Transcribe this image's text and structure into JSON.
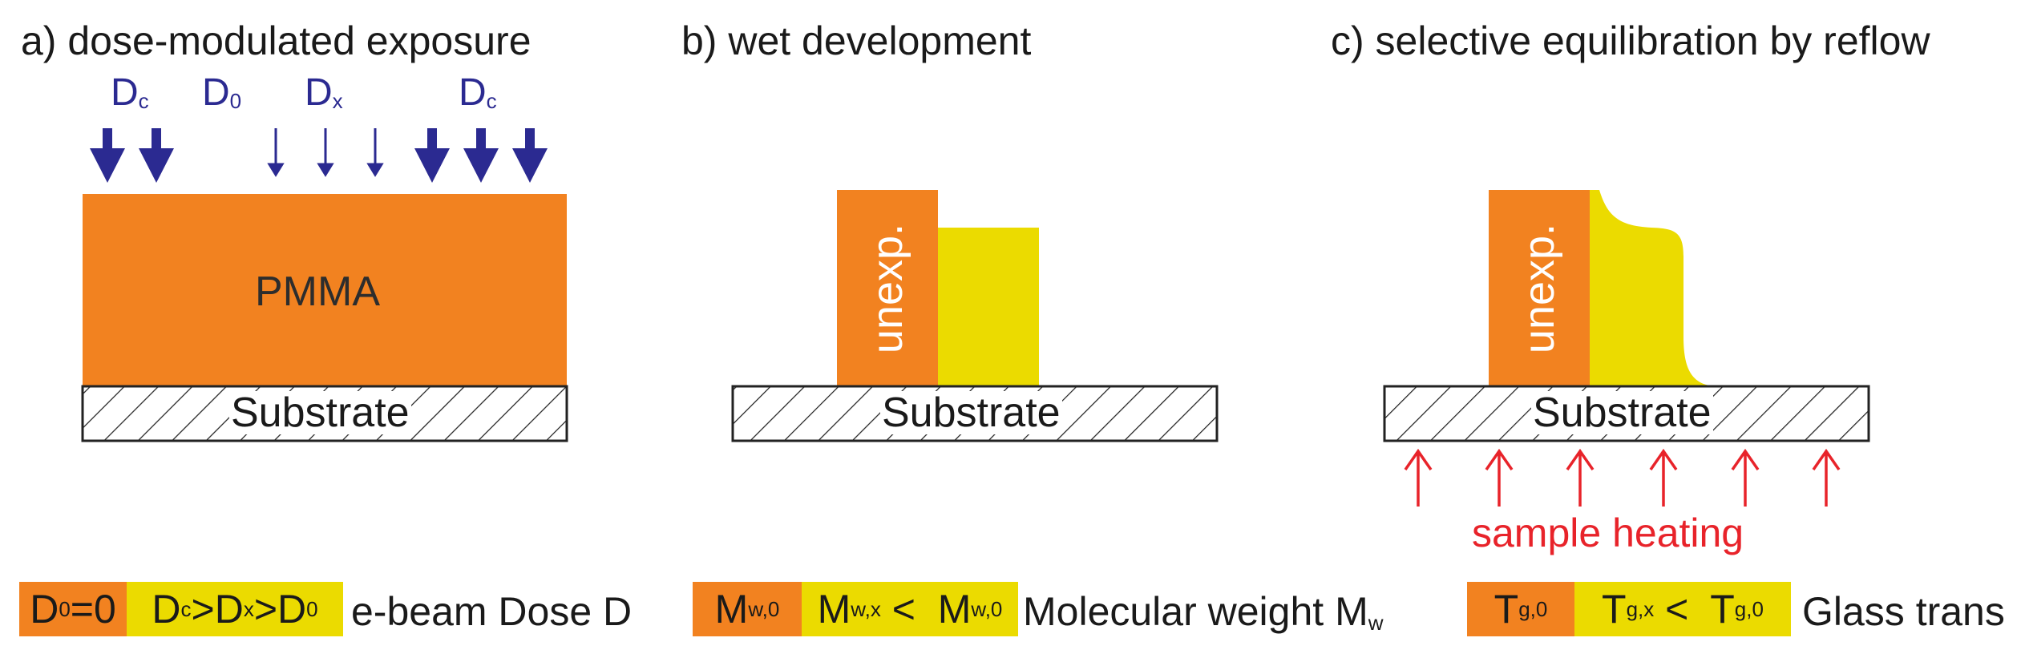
{
  "panels": {
    "a": {
      "title": "a) dose-modulated exposure",
      "layer": "PMMA",
      "substrate": "Substrate",
      "doses": {
        "dc_main": "D",
        "dc_sub": "c",
        "d0_main": "D",
        "d0_sub": "0",
        "dx_main": "D",
        "dx_sub": "x"
      }
    },
    "b": {
      "title": "b) wet development",
      "unexposed": "unexp.",
      "substrate": "Substrate"
    },
    "c": {
      "title": "c) selective equilibration by reflow",
      "unexposed": "unexp.",
      "substrate": "Substrate",
      "heating": "sample heating"
    }
  },
  "legend": {
    "dose": {
      "orange": {
        "main": "D",
        "sub": "0",
        "rest": "=0"
      },
      "yellow": {
        "p1": "D",
        "s1": "c",
        "p2": ">D",
        "s2": "x",
        "p3": ">D",
        "s3": "0"
      },
      "label": "e-beam Dose D"
    },
    "mw": {
      "orange": {
        "main": "M",
        "sub": "w,0"
      },
      "yellow": {
        "p1": "M",
        "s1": "w,x",
        "p2": " <  M",
        "s2": "w,0"
      },
      "label_main": "Molecular weight M",
      "label_sub": "w"
    },
    "tg": {
      "orange": {
        "main": "T",
        "sub": "g,0"
      },
      "yellow": {
        "p1": "T",
        "s1": "g,x",
        "p2": " <  T",
        "s2": "g,0"
      },
      "label": "Glass trans"
    }
  },
  "colors": {
    "orange": "#f28220",
    "yellow": "#ebdb00",
    "dose_arrow": "#2b2a91",
    "heat": "#e8232a"
  }
}
